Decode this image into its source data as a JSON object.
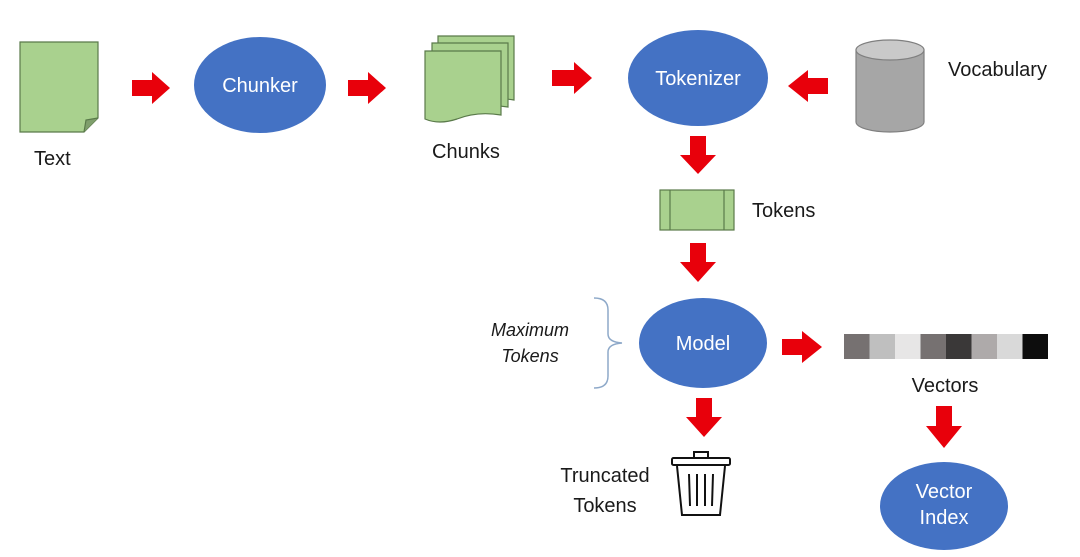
{
  "labels": {
    "text": "Text",
    "chunker": "Chunker",
    "chunks": "Chunks",
    "tokenizer": "Tokenizer",
    "vocabulary": "Vocabulary",
    "tokens": "Tokens",
    "max_tokens_line1": "Maximum",
    "max_tokens_line2": "Tokens",
    "model": "Model",
    "vectors": "Vectors",
    "truncated_line1": "Truncated",
    "truncated_line2": "Tokens",
    "vector_index_line1": "Vector",
    "vector_index_line2": "Index"
  },
  "colors": {
    "node_fill": "#4472c4",
    "doc_fill": "#a9d18e",
    "arrow": "#e8000b",
    "cylinder": "#a6a6a6"
  },
  "vector_cells": [
    "#767171",
    "#bfbfbf",
    "#e7e6e6",
    "#767171",
    "#3a3838",
    "#aeaaaa",
    "#d9d9d9",
    "#0d0d0d"
  ],
  "icons": {
    "text_doc": "document-icon",
    "chunks": "stacked-documents-icon",
    "vocabulary": "database-cylinder-icon",
    "tokens": "token-strip-icon",
    "truncated": "trash-can-icon"
  }
}
